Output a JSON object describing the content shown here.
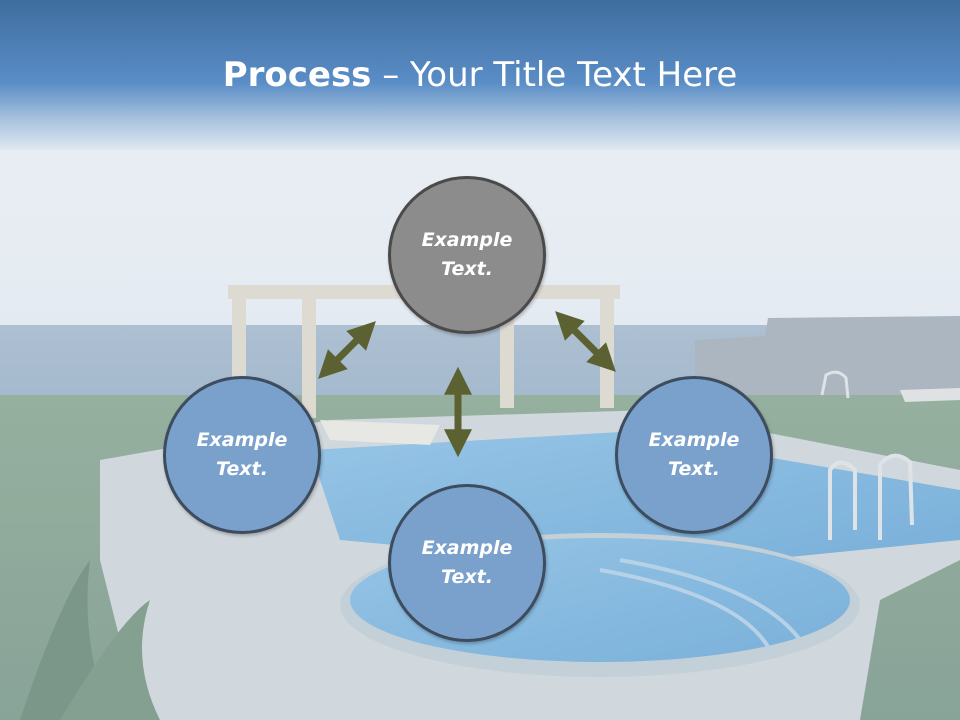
{
  "slide": {
    "title_bold": "Process",
    "title_rest": " – Your Title Text Here"
  },
  "nodes": {
    "top": "Example Text.",
    "left": "Example Text.",
    "right": "Example Text.",
    "bottom": "Example Text."
  },
  "colors": {
    "header_blue": "#4a7fb8",
    "circle_gray": "#8c8c8c",
    "circle_blue": "#7aa1cc",
    "arrow": "#5c6132"
  }
}
